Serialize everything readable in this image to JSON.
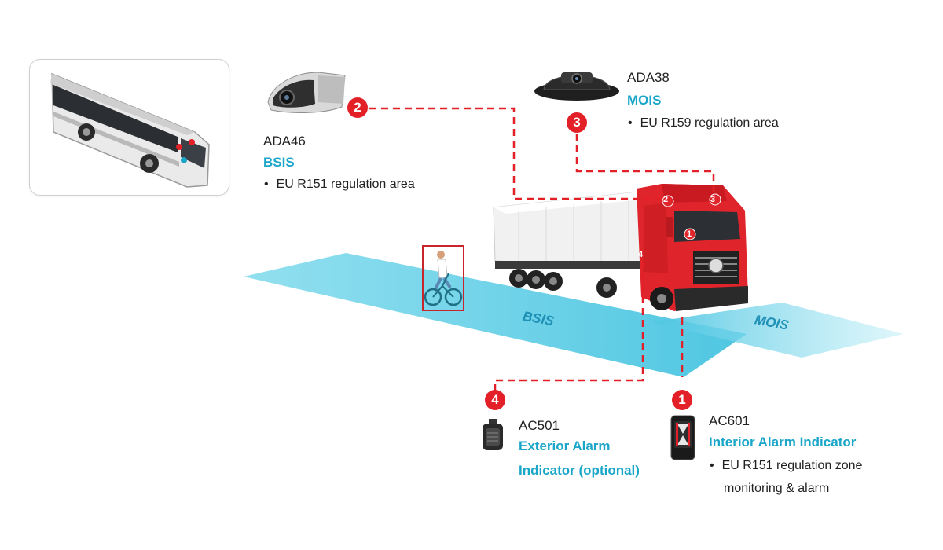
{
  "devices": [
    {
      "badge": "1",
      "model": "AC601",
      "feature": "Interior Alarm Indicator",
      "bullets": [
        "EU R151 regulation zone",
        "monitoring & alarm"
      ]
    },
    {
      "badge": "2",
      "model": "ADA46",
      "feature": "BSIS",
      "bullets": [
        "EU R151 regulation area"
      ]
    },
    {
      "badge": "3",
      "model": "ADA38",
      "feature": "MOIS",
      "bullets": [
        "EU R159 regulation area"
      ]
    },
    {
      "badge": "4",
      "model": "AC501",
      "feature_lines": [
        "Exterior Alarm",
        "Indicator (optional)"
      ]
    }
  ],
  "zones": {
    "left": "BSIS",
    "right": "MOIS"
  },
  "truck_marks": [
    "1",
    "2",
    "3",
    "4"
  ],
  "colors": {
    "accent": "#1aa6c8",
    "badge": "#e32027",
    "zone": "#5fd0e6",
    "truck_red": "#e0242b"
  }
}
